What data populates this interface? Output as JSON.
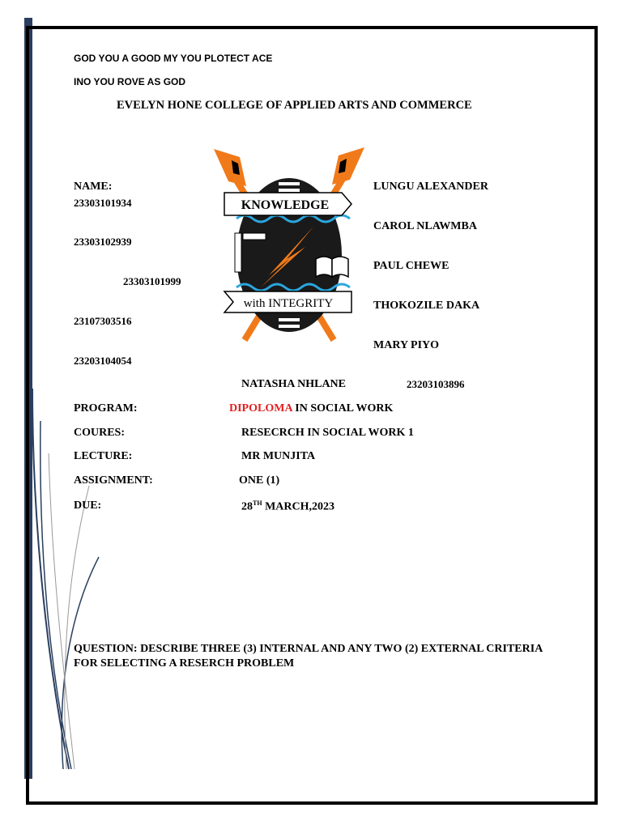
{
  "header_lines": {
    "line1": "GOD YOU A    GOOD     MY    YOU   PLOTECT ACE",
    "line2": "INO YOU ROVE   AS GOD"
  },
  "college_name": "EVELYN HONE COLLEGE OF APPLIED ARTS AND COMMERCE",
  "logo": {
    "top_banner": "KNOWLEDGE",
    "bottom_banner": "with INTEGRITY",
    "colors": {
      "orange": "#f07a1a",
      "shield": "#1a1a1a",
      "wave": "#2aa7e0"
    }
  },
  "members": {
    "name_label": "NAME:",
    "ids": [
      "23303101934",
      "23303102939",
      "23303101999",
      "23107303516",
      "23203104054"
    ],
    "names": [
      "LUNGU ALEXANDER",
      "CAROL NLAWMBA",
      "PAUL CHEWE",
      "THOKOZILE DAKA",
      "MARY PIYO"
    ],
    "last_name": "NATASHA NHLANE",
    "last_id": "23203103896"
  },
  "details": {
    "program_label": "PROGRAM:",
    "program_highlight": "DIPOLOMA",
    "program_rest": " IN SOCIAL WORK",
    "course_label": "COURES:",
    "course_value": "RESECRCH IN SOCIAL WORK 1",
    "lecturer_label": "LECTURE:",
    "lecturer_value": "MR MUNJITA",
    "assignment_label": "ASSIGNMENT:",
    "assignment_value": "ONE (1)",
    "due_label": "DUE:",
    "due_day": "28",
    "due_suffix": "TH",
    "due_rest": " MARCH,2023"
  },
  "question": "QUESTION: DESCRIBE THREE (3) INTERNAL AND ANY TWO (2) EXTERNAL CRITERIA FOR SELECTING A RESERCH PROBLEM"
}
